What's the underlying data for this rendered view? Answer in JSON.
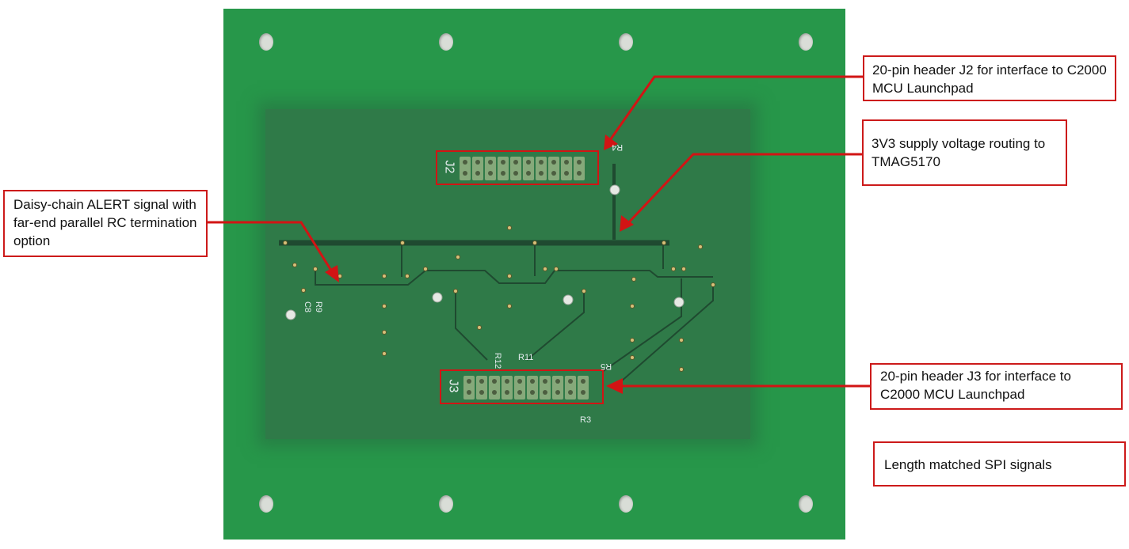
{
  "callouts": {
    "j2": "20-pin header J2 for interface to C2000 MCU Launchpad",
    "supply": "3V3 supply voltage routing to TMAG5170",
    "alert": "Daisy-chain ALERT signal with far-end parallel RC termination option",
    "j3": "20-pin header J3 for interface to C2000 MCU Launchpad",
    "spi": "Length matched SPI signals"
  },
  "board": {
    "headers": [
      {
        "ref": "J2",
        "pins": 20
      },
      {
        "ref": "J3",
        "pins": 20
      }
    ],
    "silkscreen": [
      "R4",
      "R12",
      "R11",
      "R5",
      "R3",
      "C8",
      "R9"
    ]
  },
  "colors": {
    "board_green": "#27974a",
    "inner_green": "#2f7a48",
    "callout_red": "#cc1a1a"
  }
}
